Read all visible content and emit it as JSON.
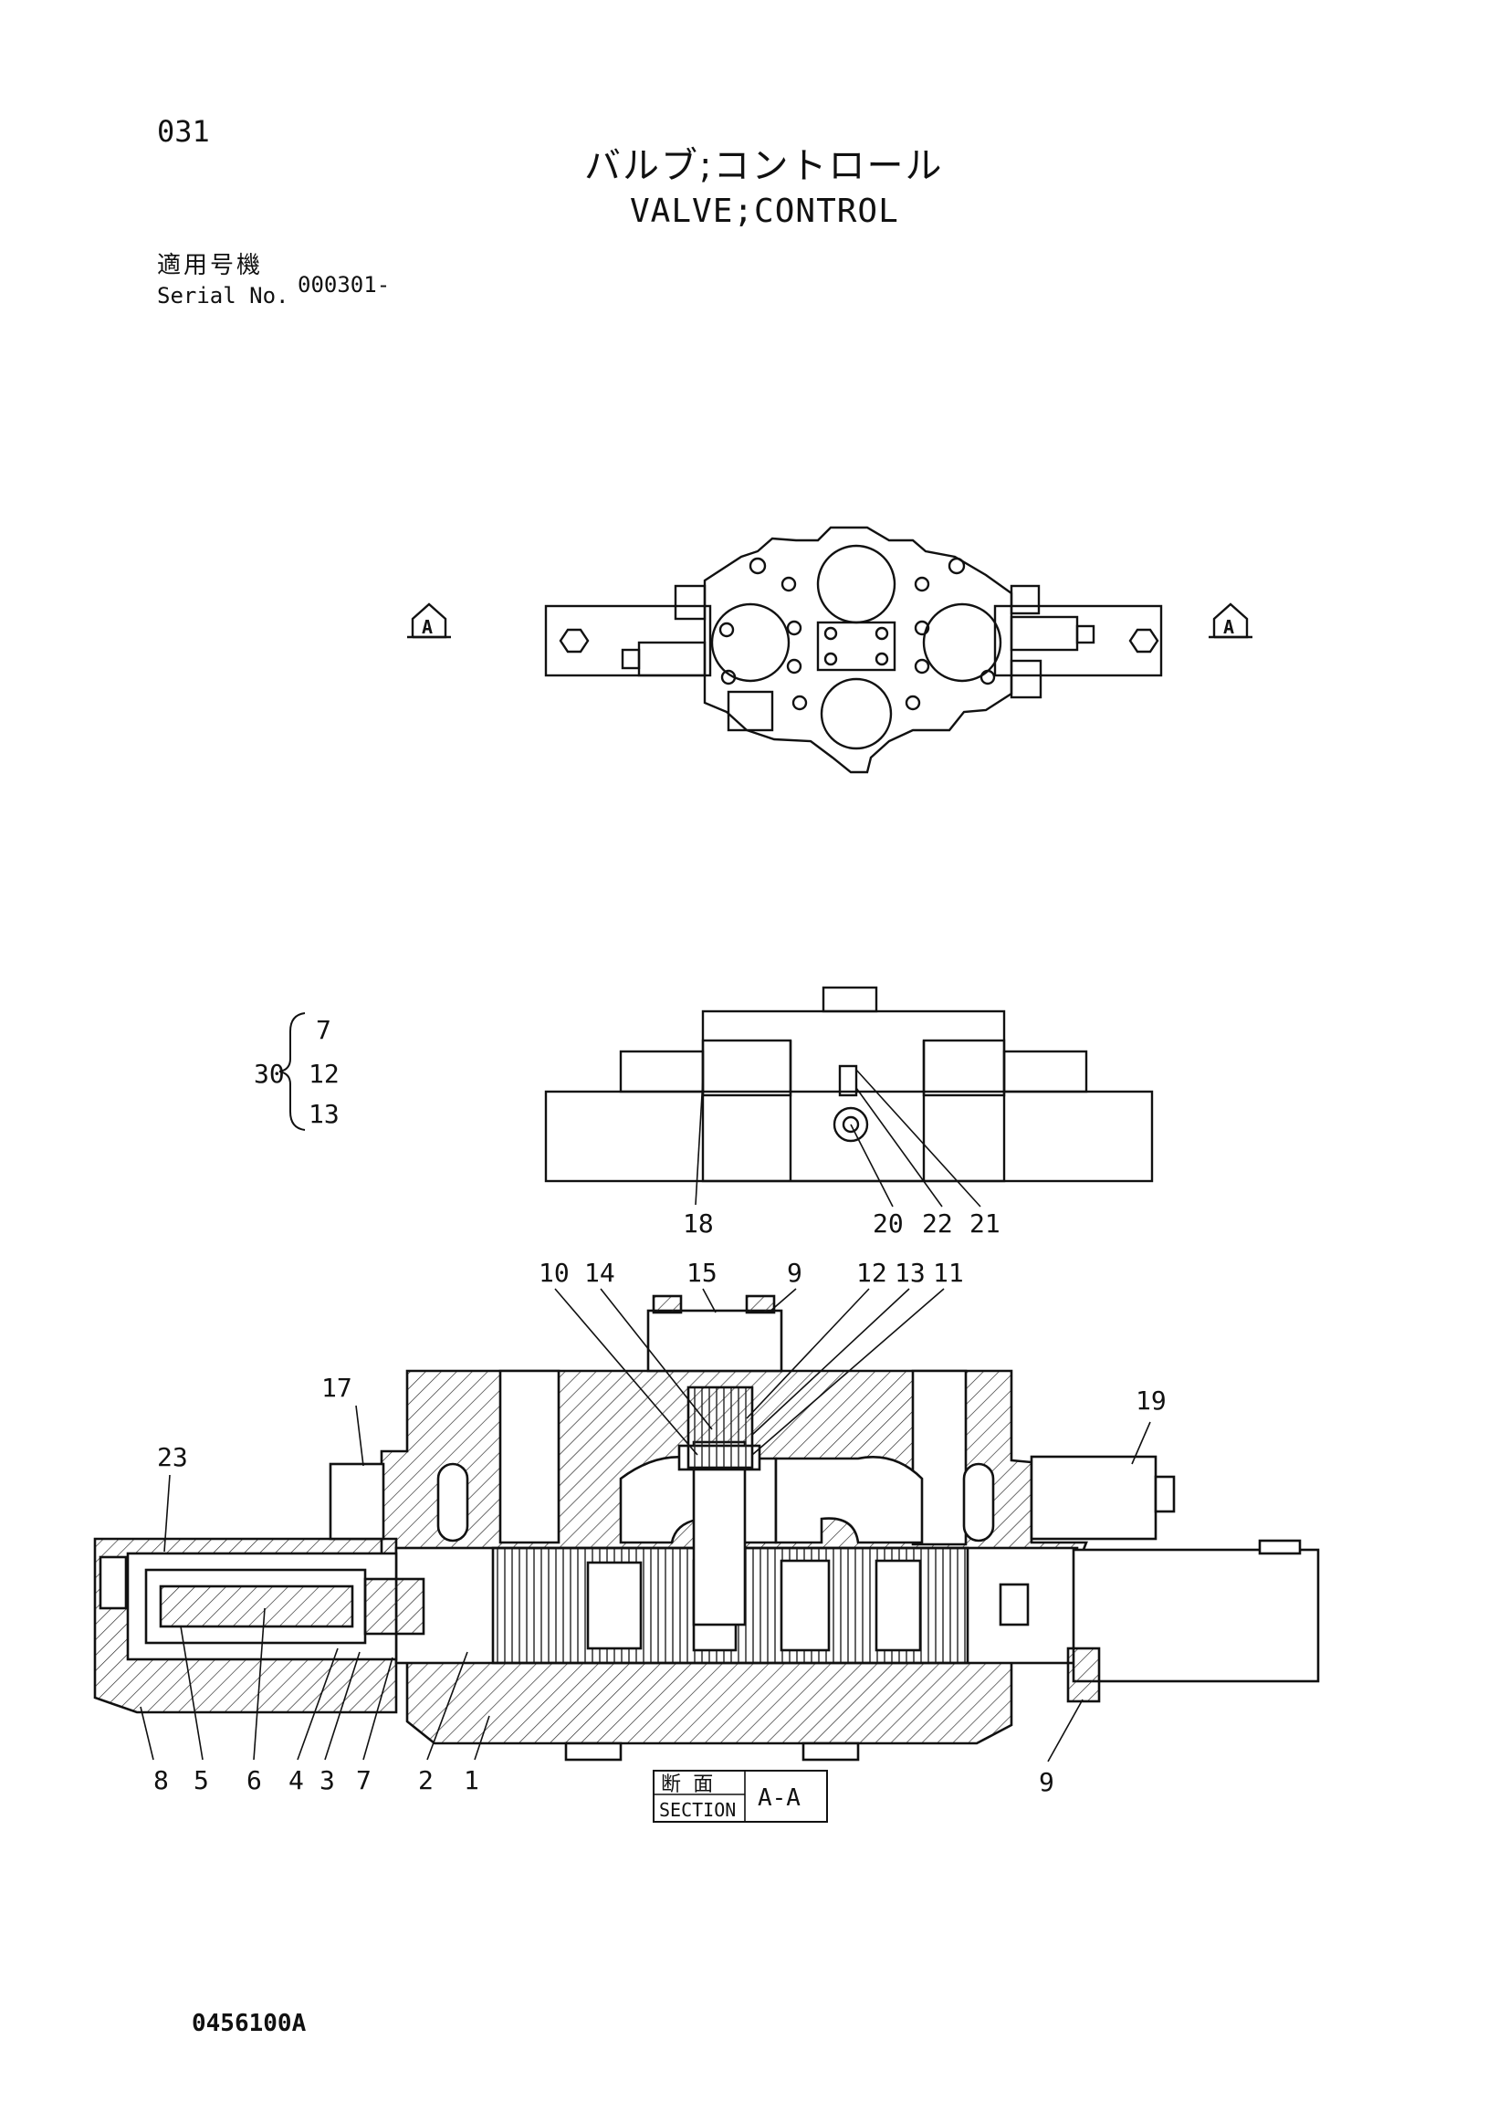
{
  "header": {
    "page_no": "031",
    "title_jp": "バルブ;コントロール",
    "title_en": "VALVE;CONTROL",
    "serial_label_jp": "適用号機",
    "serial_label_en": "Serial No.",
    "serial_value": "000301-"
  },
  "view_markers": {
    "left": "A",
    "right": "A"
  },
  "side_view_group": {
    "group_no": "30",
    "members": [
      "7",
      "12",
      "13"
    ],
    "callouts": [
      "18",
      "20",
      "22",
      "21"
    ]
  },
  "section_view": {
    "top_callouts": [
      "10",
      "14",
      "15",
      "9",
      "12",
      "13",
      "11"
    ],
    "left_callouts": [
      "17",
      "23"
    ],
    "right_callouts": [
      "19"
    ],
    "bottom_callouts": [
      "8",
      "5",
      "6",
      "4",
      "3",
      "7",
      "2",
      "1"
    ],
    "bottom_right_callout": "9",
    "section_label_jp": "断 面",
    "section_label_en": "SECTION",
    "section_id": "A-A"
  },
  "footer": {
    "drawing_id": "0456100A"
  }
}
